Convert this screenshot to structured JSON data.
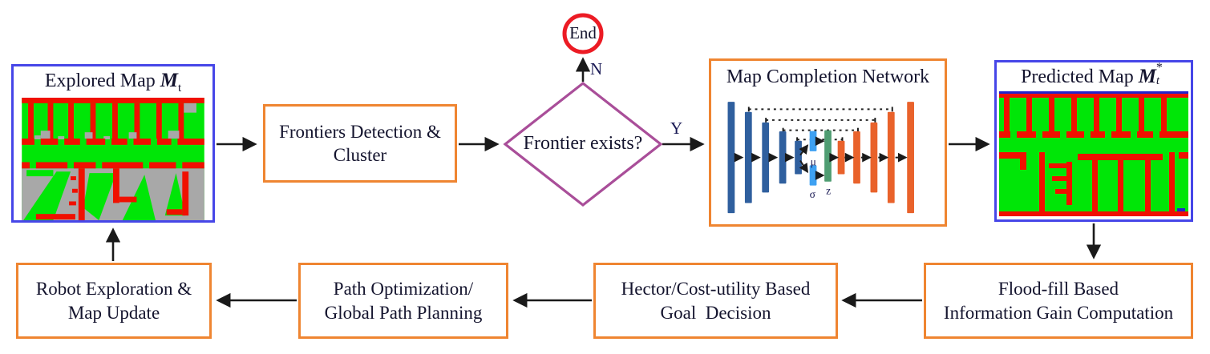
{
  "figure": {
    "type": "flowchart",
    "description": "Robot autonomous exploration pipeline with map completion network"
  },
  "colors": {
    "box-blue": "#4646e8",
    "box-orange": "#ef8531",
    "diamond-purple": "#a94e99",
    "end-red": "#ec1b24",
    "arrow": "#1a1a1a",
    "text": "#14142e",
    "label": "#1a1a55",
    "map-green": "#00e607",
    "map-red": "#f01000",
    "map-gray": "#a8a8a8",
    "map-topline-blue": "#2323cc",
    "net-blue": "#2f5f9e",
    "net-lightblue": "#3ea1f2",
    "net-green": "#4f9d72",
    "net-orange": "#e9622b",
    "net-dash": "#222222"
  },
  "diagram": {
    "explored_map": {
      "title_prefix": "Explored Map",
      "symbol": "M",
      "subscript": "t"
    },
    "frontiers": {
      "line1": "Frontiers Detection &",
      "line2": "Cluster"
    },
    "decision": {
      "label": "Frontier exists?",
      "yes": "Y",
      "no": "N"
    },
    "end": {
      "label": "End"
    },
    "mcn": {
      "title": "Map Completion Network",
      "labels": {
        "mu": "μ",
        "sigma": "σ",
        "z": "z"
      }
    },
    "predicted_map": {
      "title_prefix": "Predicted Map",
      "symbol": "M",
      "subscript": "t",
      "superscript": "*"
    },
    "floodfill": {
      "line1": "Flood-fill Based",
      "line2": "Information Gain Computation"
    },
    "hector": {
      "line1": "Hector/Cost-utility Based",
      "line2": "Goal  Decision"
    },
    "path": {
      "line1": "Path Optimization/",
      "line2": "Global Path Planning"
    },
    "robot": {
      "line1": "Robot Exploration &",
      "line2": "Map Update"
    }
  },
  "network": {
    "encoder_heights": [
      143,
      117,
      90,
      67,
      43
    ],
    "latent": {
      "mu_h": 26,
      "sigma_h": 26,
      "z_h": 66
    },
    "decoder_heights": [
      43,
      67,
      90,
      117,
      143
    ]
  }
}
